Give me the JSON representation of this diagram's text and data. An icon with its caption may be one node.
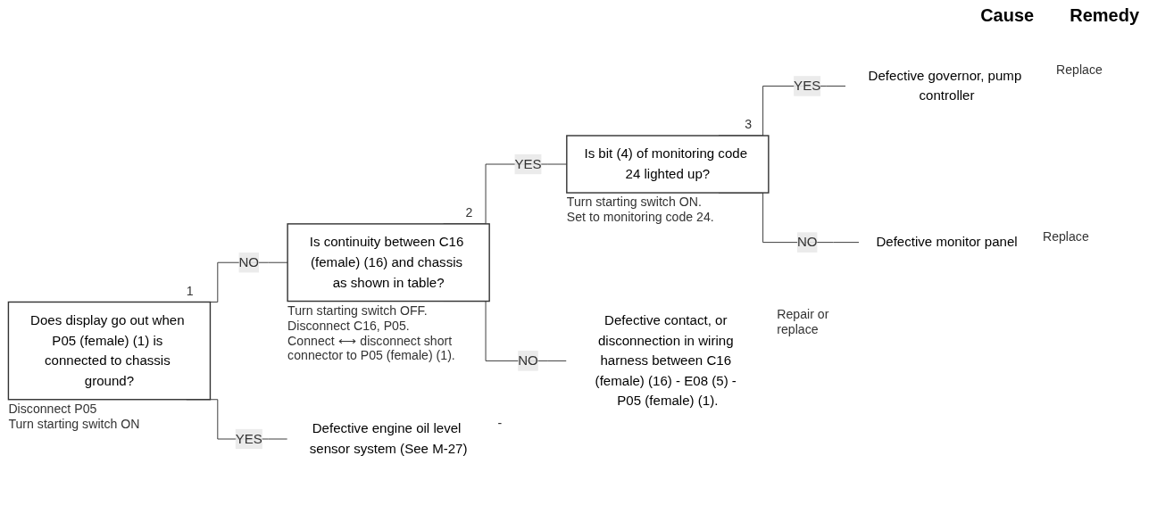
{
  "diagram": {
    "nodes": [
      {
        "text": [
          "Does display go out when P05 (female) (1) is connected to chassis ground?"
        ],
        "beside": [
          "1",
          "Disconnect P05",
          "Turn starting switch ON"
        ]
      },
      {
        "text": [
          "Is continuity between C16 (female) (16) and chassis as shown in table?"
        ],
        "beside": [
          "2",
          "Turn starting switch OFF.",
          "Disconnect C16, P05.",
          "Connect ⟷ disconnect short connector to P05 (female) (1)."
        ]
      },
      {
        "text": [
          "Is bit (4) of monitoring code 24 lighted up?"
        ],
        "beside": [
          "3",
          "Turn starting switch ON.",
          "Set to monitoring code 24."
        ]
      },
      {
        "text": [
          "Defective engine oil level sensor system (See M-27)"
        ],
        "beside": [
          "-"
        ]
      },
      {
        "text": [
          "Defective governor, pump controller"
        ],
        "beside": [
          "Replace"
        ]
      },
      {
        "text": [
          "Defective monitor panel"
        ],
        "beside": [
          "Replace"
        ]
      },
      {
        "text": [
          "Defective contact, or disconnection in wiring harness between C16 (female) (16) - E08 (5) - P05 (female) (1)."
        ],
        "beside": [
          "Repair or replace"
        ]
      }
    ],
    "edges": [
      {
        "from": 0,
        "to": 3,
        "label": "YES",
        "arrow": "none"
      },
      {
        "from": 0,
        "to": 1,
        "label": "NO",
        "arrow": "none"
      },
      {
        "from": 1,
        "to": 2,
        "label": "YES",
        "arrow": "none"
      },
      {
        "from": 1,
        "to": 6,
        "label": "NO",
        "arrow": "none"
      },
      {
        "from": 2,
        "to": 4,
        "label": "YES",
        "arrow": "none"
      },
      {
        "from": 2,
        "to": 5,
        "label": "NO",
        "arrow": "none"
      }
    ],
    "labels": [
      "Cause",
      "Remedy"
    ]
  }
}
